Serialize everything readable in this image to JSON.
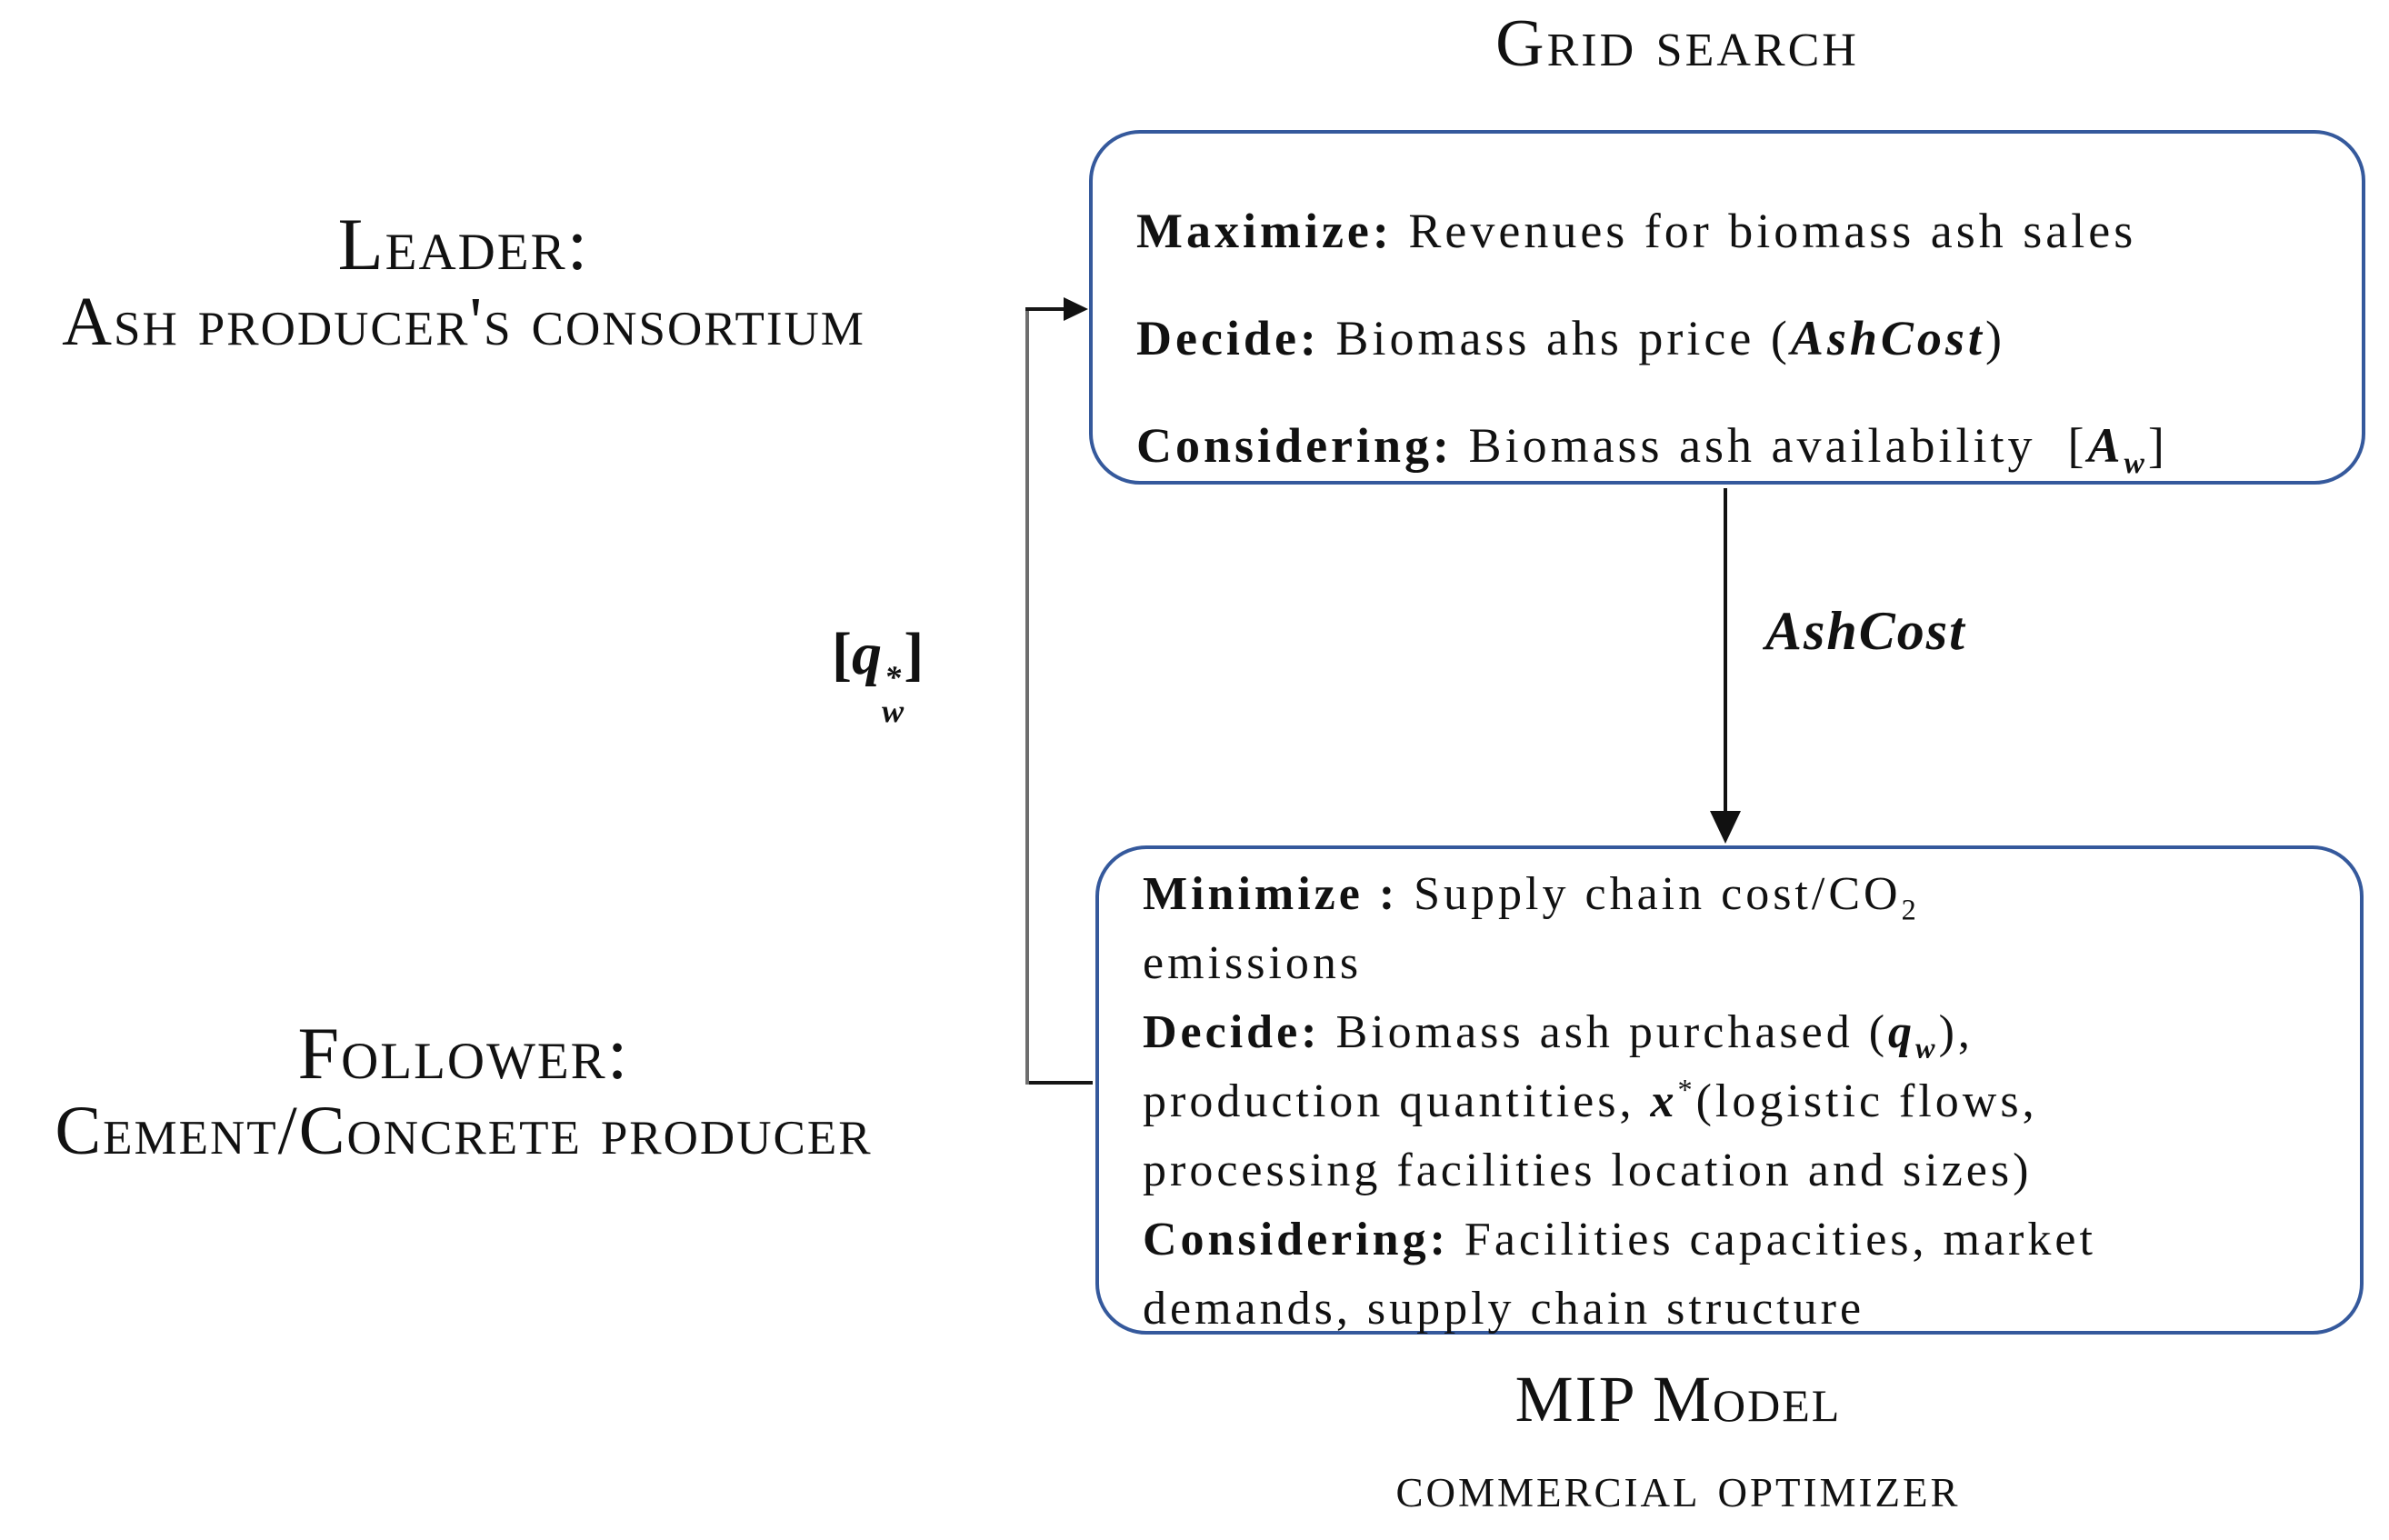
{
  "title": "Grid search",
  "leader": {
    "title": "Leader:",
    "subtitle": "Ash producer's consortium"
  },
  "follower": {
    "title": "Follower:",
    "subtitle": "Cement/Concrete producer"
  },
  "top_box": {
    "lines": [
      [
        {
          "t": "Maximize:",
          "s": "b"
        },
        {
          "t": " Revenues for biomass ash sales",
          "s": "r"
        }
      ],
      [
        {
          "t": "Decide:",
          "s": "b"
        },
        {
          "t": " Biomass ahs price (",
          "s": "r"
        },
        {
          "t": "AshCost",
          "s": "bi"
        },
        {
          "t": ")",
          "s": "r"
        }
      ],
      [
        {
          "t": "Considering:",
          "s": "b"
        },
        {
          "t": " Biomass ash availability  [",
          "s": "r"
        },
        {
          "t": "A",
          "s": "bi"
        },
        {
          "t": "w",
          "s": "bi",
          "sub": true
        },
        {
          "t": "]",
          "s": "r"
        }
      ]
    ]
  },
  "bottom_box": {
    "lines": [
      [
        {
          "t": "Minimize :",
          "s": "b"
        },
        {
          "t": " Supply chain cost/CO",
          "s": "r"
        },
        {
          "t": "2",
          "s": "r",
          "sub": true
        }
      ],
      [
        {
          "t": "emissions",
          "s": "r"
        }
      ],
      [
        {
          "t": "Decide:",
          "s": "b"
        },
        {
          "t": " Biomass ash purchased (",
          "s": "r"
        },
        {
          "t": "q",
          "s": "bi"
        },
        {
          "t": "w",
          "s": "bi",
          "sub": true
        },
        {
          "t": "),",
          "s": "r"
        }
      ],
      [
        {
          "t": "production quantities, ",
          "s": "r"
        },
        {
          "t": "x",
          "s": "bi"
        },
        {
          "t": "*",
          "s": "r",
          "sup": true
        },
        {
          "t": "(logistic flows,",
          "s": "r"
        }
      ],
      [
        {
          "t": "processing facilities location and sizes)",
          "s": "r"
        }
      ],
      [
        {
          "t": "Considering:",
          "s": "b"
        },
        {
          "t": " Facilities capacities, market",
          "s": "r"
        }
      ],
      [
        {
          "t": "demands, supply chain structure",
          "s": "r"
        }
      ]
    ]
  },
  "ashcost_arrow_label": "AshCost",
  "feedback_label": {
    "segments": [
      {
        "t": "[",
        "s": "b"
      },
      {
        "t": "q",
        "s": "bi"
      },
      {
        "stack": {
          "top": "*",
          "bottom": "w"
        }
      },
      {
        "t": "]",
        "s": "b"
      }
    ]
  },
  "footer": {
    "line1": "MIP Model",
    "line2": "commercial optimizer"
  },
  "colors": {
    "box_border": "#35599c",
    "feedback_line": "#6e6e6e",
    "arrow_black": "#111111",
    "text": "#111111",
    "background": "#ffffff"
  }
}
